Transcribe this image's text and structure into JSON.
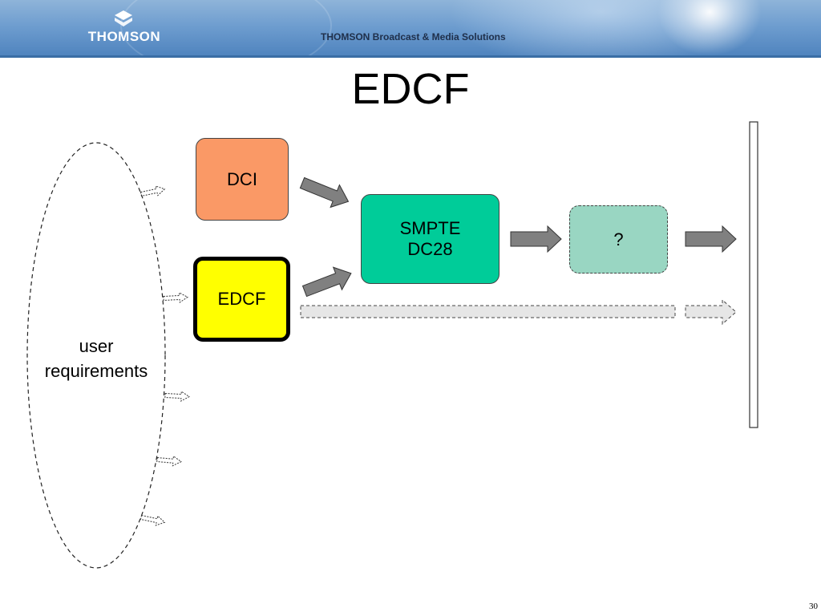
{
  "header": {
    "brand": "THOMSON",
    "tagline": "THOMSON Broadcast & Media Solutions",
    "logo_icon": "thomson-logo-icon"
  },
  "slide": {
    "title": "EDCF",
    "page_number": "30"
  },
  "diagram": {
    "nodes": {
      "dci": {
        "label": "DCI",
        "fill": "#fa9966"
      },
      "edcf": {
        "label": "EDCF",
        "fill": "#ffff00"
      },
      "smpte": {
        "label": "SMPTE\nDC28",
        "fill": "#00cc99"
      },
      "unknown": {
        "label": "?",
        "fill": "#99d6c2"
      },
      "user_requirements": {
        "label": "user\nrequirements"
      }
    },
    "arrows": [
      {
        "from": "dci",
        "to": "smpte",
        "style": "solid"
      },
      {
        "from": "edcf",
        "to": "smpte",
        "style": "solid"
      },
      {
        "from": "smpte",
        "to": "unknown",
        "style": "solid"
      },
      {
        "from": "unknown",
        "to": "bar",
        "style": "solid"
      },
      {
        "from": "edcf",
        "to": "bar",
        "style": "dashed"
      },
      {
        "from": "user_requirements",
        "to": "outward",
        "style": "dashed",
        "count": 5
      }
    ],
    "colors": {
      "arrow": "#808080",
      "dashed_arrow": "#e6e6e6"
    }
  }
}
